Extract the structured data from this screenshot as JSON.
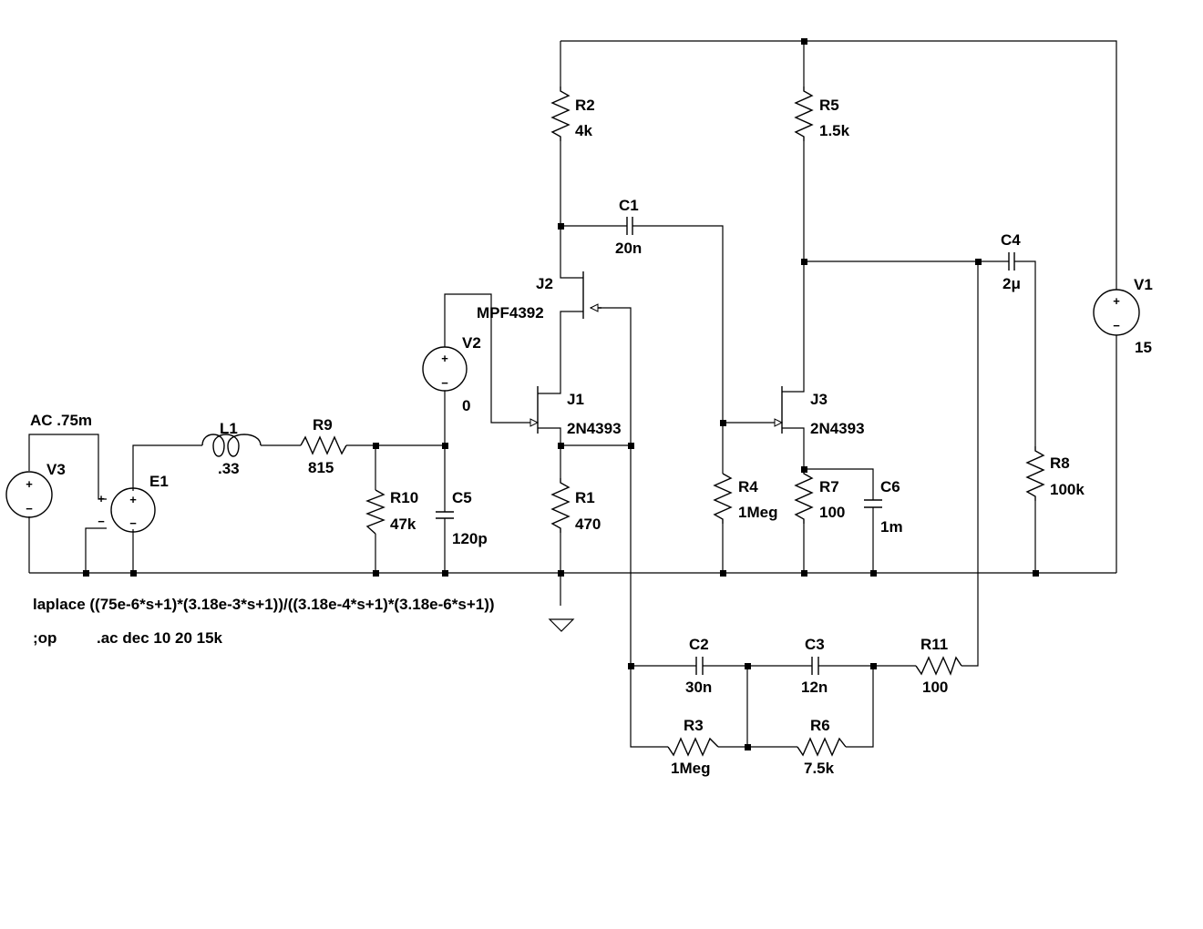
{
  "components": {
    "V1": {
      "name": "V1",
      "value": "15"
    },
    "V2": {
      "name": "V2",
      "value": "0"
    },
    "V3": {
      "name": "V3",
      "value": "AC .75m"
    },
    "E1": {
      "name": "E1"
    },
    "L1": {
      "name": "L1",
      "value": ".33"
    },
    "R1": {
      "name": "R1",
      "value": "470"
    },
    "R2": {
      "name": "R2",
      "value": "4k"
    },
    "R3": {
      "name": "R3",
      "value": "1Meg"
    },
    "R4": {
      "name": "R4",
      "value": "1Meg"
    },
    "R5": {
      "name": "R5",
      "value": "1.5k"
    },
    "R6": {
      "name": "R6",
      "value": "7.5k"
    },
    "R7": {
      "name": "R7",
      "value": "100"
    },
    "R8": {
      "name": "R8",
      "value": "100k"
    },
    "R9": {
      "name": "R9",
      "value": "815"
    },
    "R10": {
      "name": "R10",
      "value": "47k"
    },
    "R11": {
      "name": "R11",
      "value": "100"
    },
    "C1": {
      "name": "C1",
      "value": "20n"
    },
    "C2": {
      "name": "C2",
      "value": "30n"
    },
    "C3": {
      "name": "C3",
      "value": "12n"
    },
    "C4": {
      "name": "C4",
      "value": "2μ"
    },
    "C5": {
      "name": "C5",
      "value": "120p"
    },
    "C6": {
      "name": "C6",
      "value": "1m"
    },
    "J1": {
      "name": "J1",
      "value": "2N4393"
    },
    "J2": {
      "name": "J2",
      "value": "MPF4392"
    },
    "J3": {
      "name": "J3",
      "value": "2N4393"
    }
  },
  "directives": {
    "laplace": "laplace ((75e-6*s+1)*(3.18e-3*s+1))/((3.18e-4*s+1)*(3.18e-6*s+1))",
    "op": ";op",
    "ac": ".ac dec 10 20 15k"
  },
  "source_signs": {
    "plus": "+",
    "minus": "−"
  }
}
